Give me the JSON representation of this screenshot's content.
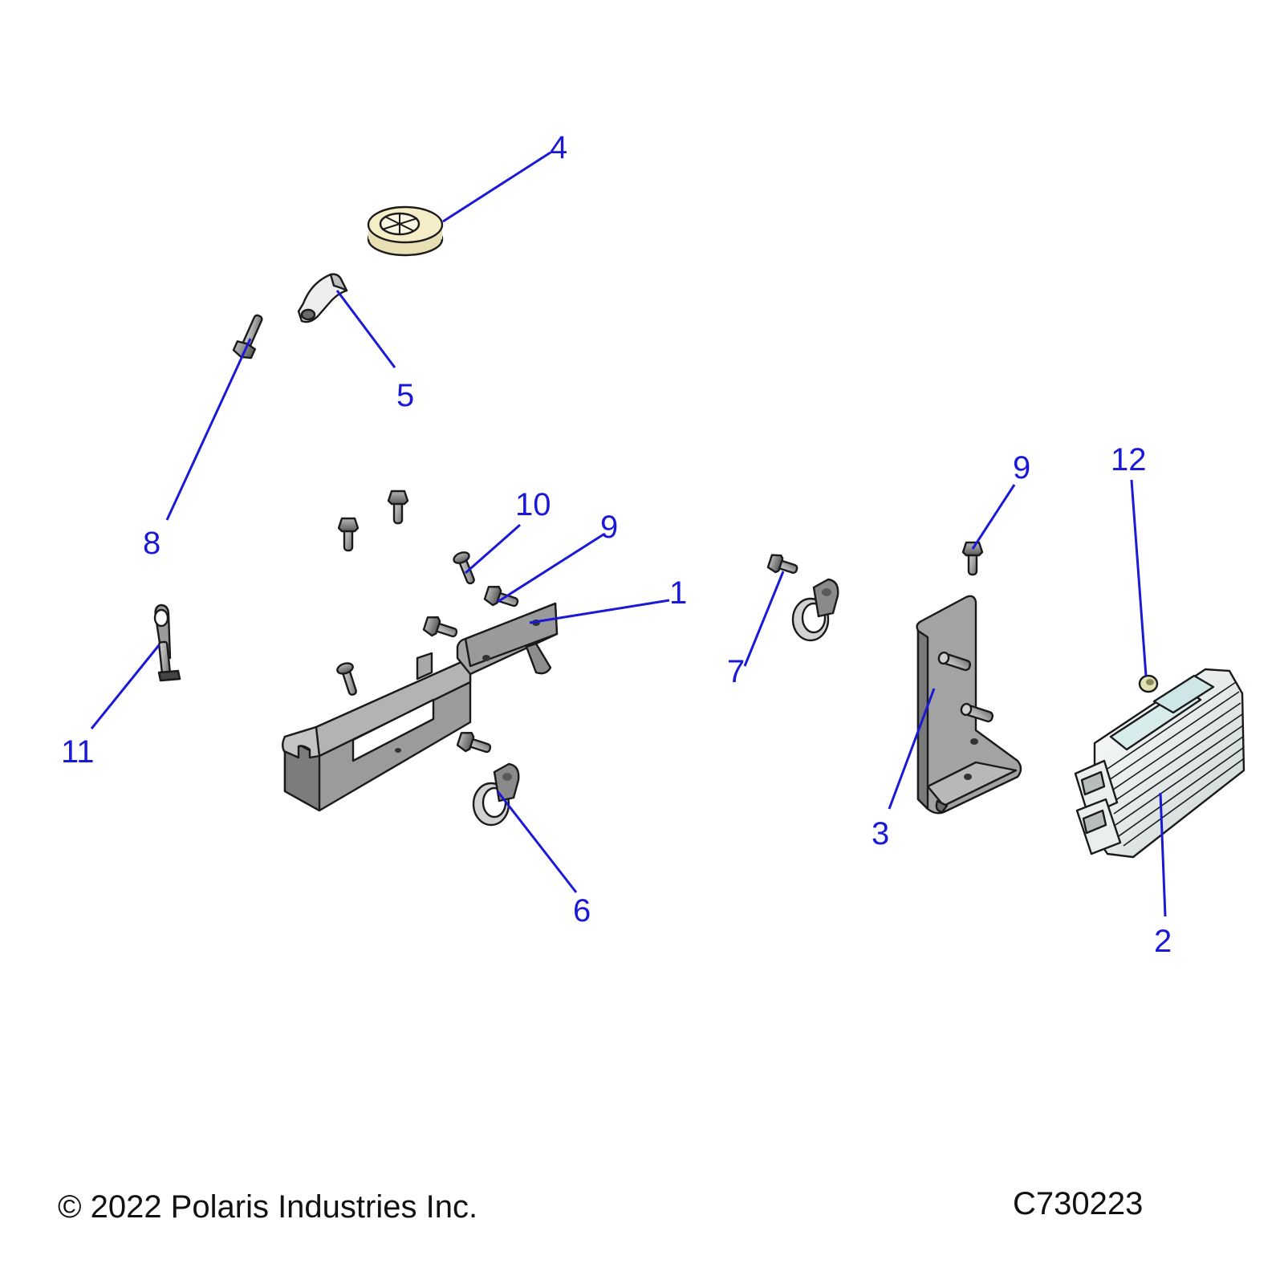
{
  "diagram": {
    "colors": {
      "callout": "#1a1ad6",
      "metal_gray": "#a9a9a9",
      "grommet_cream": "#f5ecc8",
      "regulator_white": "#f4f6f6",
      "outline": "#1a1a1a"
    },
    "callouts": [
      {
        "id": "c1",
        "label": "1",
        "part": "main-mounting-bracket"
      },
      {
        "id": "c2",
        "label": "2",
        "part": "voltage-regulator"
      },
      {
        "id": "c3",
        "label": "3",
        "part": "regulator-bracket"
      },
      {
        "id": "c4",
        "label": "4",
        "part": "grommet"
      },
      {
        "id": "c5",
        "label": "5",
        "part": "cable-clip"
      },
      {
        "id": "c6",
        "label": "6",
        "part": "hose-clamp-lower"
      },
      {
        "id": "c7",
        "label": "7",
        "part": "screw-clamp"
      },
      {
        "id": "c8",
        "label": "8",
        "part": "bolt-upper"
      },
      {
        "id": "c9a",
        "label": "9",
        "part": "flange-bolt-left"
      },
      {
        "id": "c9b",
        "label": "9",
        "part": "flange-bolt-right"
      },
      {
        "id": "c10",
        "label": "10",
        "part": "screw"
      },
      {
        "id": "c11",
        "label": "11",
        "part": "push-rivet"
      },
      {
        "id": "c12",
        "label": "12",
        "part": "nut"
      }
    ]
  },
  "footer": {
    "copyright": "© 2022 Polaris Industries Inc.",
    "drawing_id": "C730223"
  }
}
